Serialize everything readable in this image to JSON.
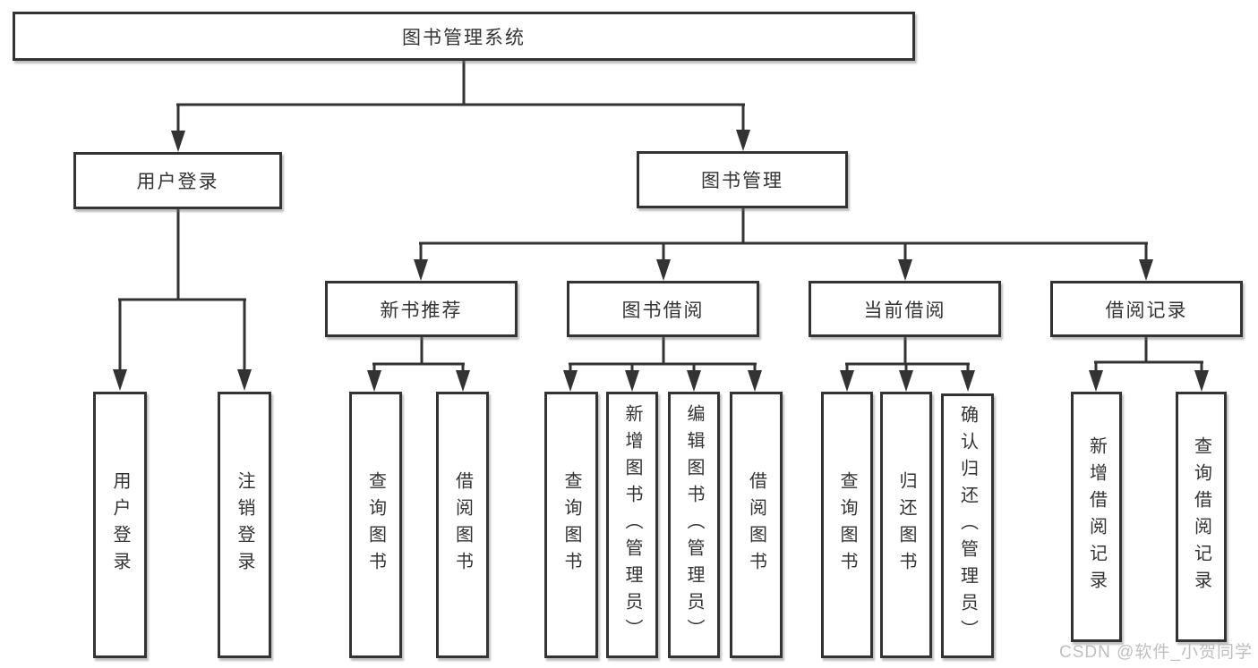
{
  "diagram": {
    "root": {
      "label": "图书管理系统"
    },
    "level2": [
      {
        "label": "用户登录",
        "children": [
          {
            "label": "用户登录"
          },
          {
            "label": "注销登录"
          }
        ]
      },
      {
        "label": "图书管理",
        "children": [
          {
            "label": "新书推荐",
            "children": [
              {
                "label": "查询图书"
              },
              {
                "label": "借阅图书"
              }
            ]
          },
          {
            "label": "图书借阅",
            "children": [
              {
                "label": "查询图书"
              },
              {
                "label": "新增图书（管理员）"
              },
              {
                "label": "编辑图书（管理员）"
              },
              {
                "label": "借阅图书"
              }
            ]
          },
          {
            "label": "当前借阅",
            "children": [
              {
                "label": "查询图书"
              },
              {
                "label": "归还图书"
              },
              {
                "label": "确认归还（管理员）"
              }
            ]
          },
          {
            "label": "借阅记录",
            "children": [
              {
                "label": "新增借阅记录"
              },
              {
                "label": "查询借阅记录"
              }
            ]
          }
        ]
      }
    ]
  },
  "watermark": {
    "text": "CSDN @软件_小贺同学",
    "color": "#bfbfbf"
  },
  "style": {
    "line_color": "#333333",
    "box_border_color": "#333333",
    "text_color": "#333333",
    "background": "#ffffff"
  }
}
